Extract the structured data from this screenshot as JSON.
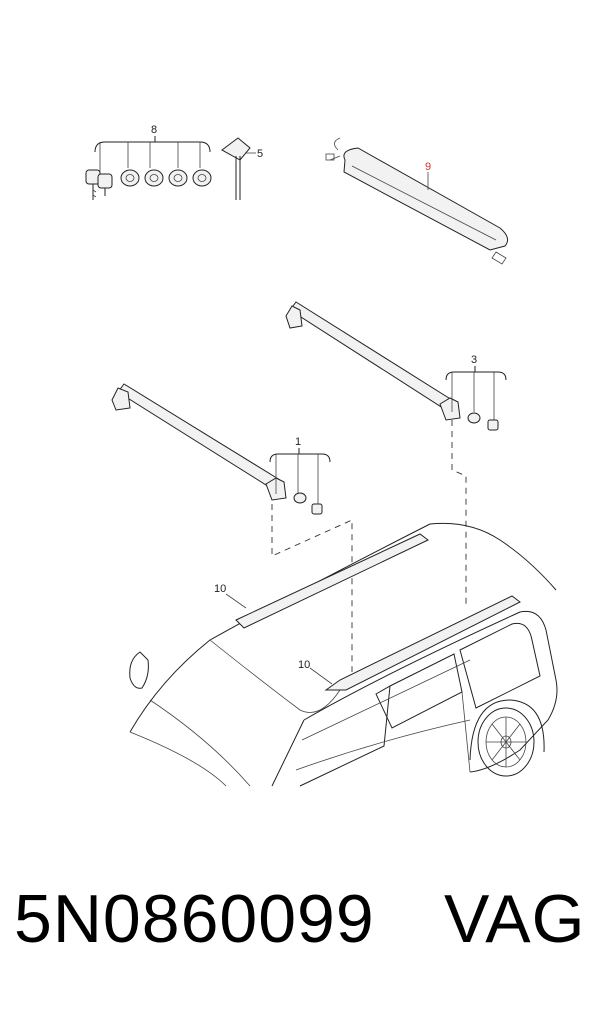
{
  "callouts": {
    "keys_locks": "8",
    "torque_wrench": "5",
    "storage_bag": "9",
    "rear_bar_mounting": "3",
    "front_bar_mounting": "1",
    "roof_rail_left": "10",
    "roof_rail_right": "10"
  },
  "caption": {
    "part_number": "5N0860099",
    "brand": "VAG"
  },
  "colors": {
    "line": "#222222",
    "callout_highlight": "#d0342c",
    "background": "#ffffff"
  }
}
